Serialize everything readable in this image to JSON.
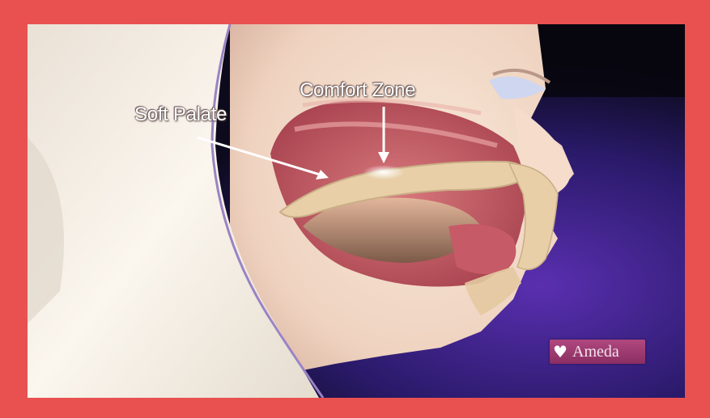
{
  "labels": {
    "soft_palate": "Soft Palate",
    "comfort_zone": "Comfort Zone"
  },
  "brand": {
    "name": "Ameda",
    "mark_icon": "heart-v-icon"
  },
  "colors": {
    "frame": "#e95150",
    "background": "#2a1750",
    "skin": "#f2d9c8",
    "mouth": "#c9626a",
    "palate": "#e8cfa8",
    "logo": "#a03e72"
  }
}
